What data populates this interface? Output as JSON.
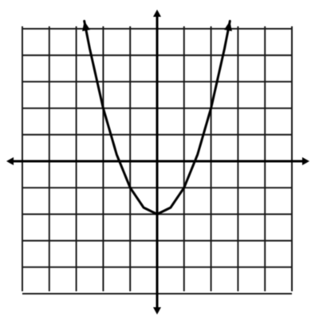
{
  "chart_data": {
    "type": "line",
    "title": "",
    "xlabel": "",
    "ylabel": "",
    "xlim": [
      -5,
      5
    ],
    "ylim": [
      -5,
      5
    ],
    "grid": true,
    "axes_arrows": true,
    "series": [
      {
        "x": [
          -2.7,
          -2.5,
          -2,
          -1.5,
          -1,
          -0.5,
          0,
          0.5,
          1,
          1.5,
          2,
          2.5,
          2.7
        ],
        "y": [
          5.29,
          4.25,
          2.0,
          0.25,
          -1.0,
          -1.75,
          -2.0,
          -1.75,
          -1.0,
          0.25,
          2.0,
          4.25,
          5.29
        ]
      }
    ]
  },
  "colors": {
    "grid": "#1a1a1a",
    "axes": "#000000",
    "curve": "#000000",
    "background": "#ffffff"
  }
}
